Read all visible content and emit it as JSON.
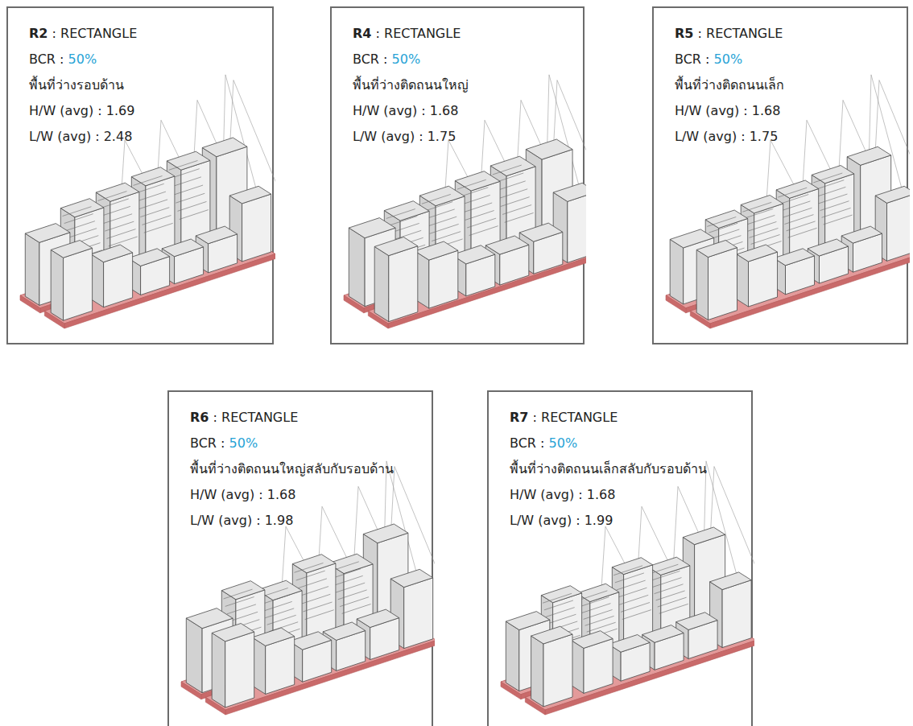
{
  "diagram": {
    "nodes": [
      {
        "text": [
          "R2",
          ": RECTANGLE",
          "BCR :",
          "50%",
          "พื้นที่ว่างรอบด้าน",
          "H/W (avg) : 1.69",
          "L/W (avg) : 2.48"
        ]
      },
      {
        "text": [
          "R4",
          ": RECTANGLE",
          "BCR :",
          "50%",
          "พื้นที่ว่างติดถนนใหญ่",
          "H/W (avg) : 1.68",
          "L/W (avg) : 1.75"
        ]
      },
      {
        "text": [
          "R5",
          ": RECTANGLE",
          "BCR :",
          "50%",
          "พื้นที่ว่างติดถนนเล็ก",
          "H/W (avg) : 1.68",
          "L/W (avg) : 1.75"
        ]
      },
      {
        "text": [
          "R6",
          ": RECTANGLE",
          "BCR :",
          "50%",
          "พื้นที่ว่างติดถนนใหญ่สลับกับรอบด้าน",
          "H/W (avg) : 1.68",
          "L/W (avg) : 1.98"
        ]
      },
      {
        "text": [
          "R7",
          ": RECTANGLE",
          "BCR :",
          "50%",
          "พื้นที่ว่างติดถนนเล็กสลับกับรอบด้าน",
          "H/W (avg) : 1.68",
          "L/W (avg) : 1.99"
        ]
      }
    ]
  }
}
